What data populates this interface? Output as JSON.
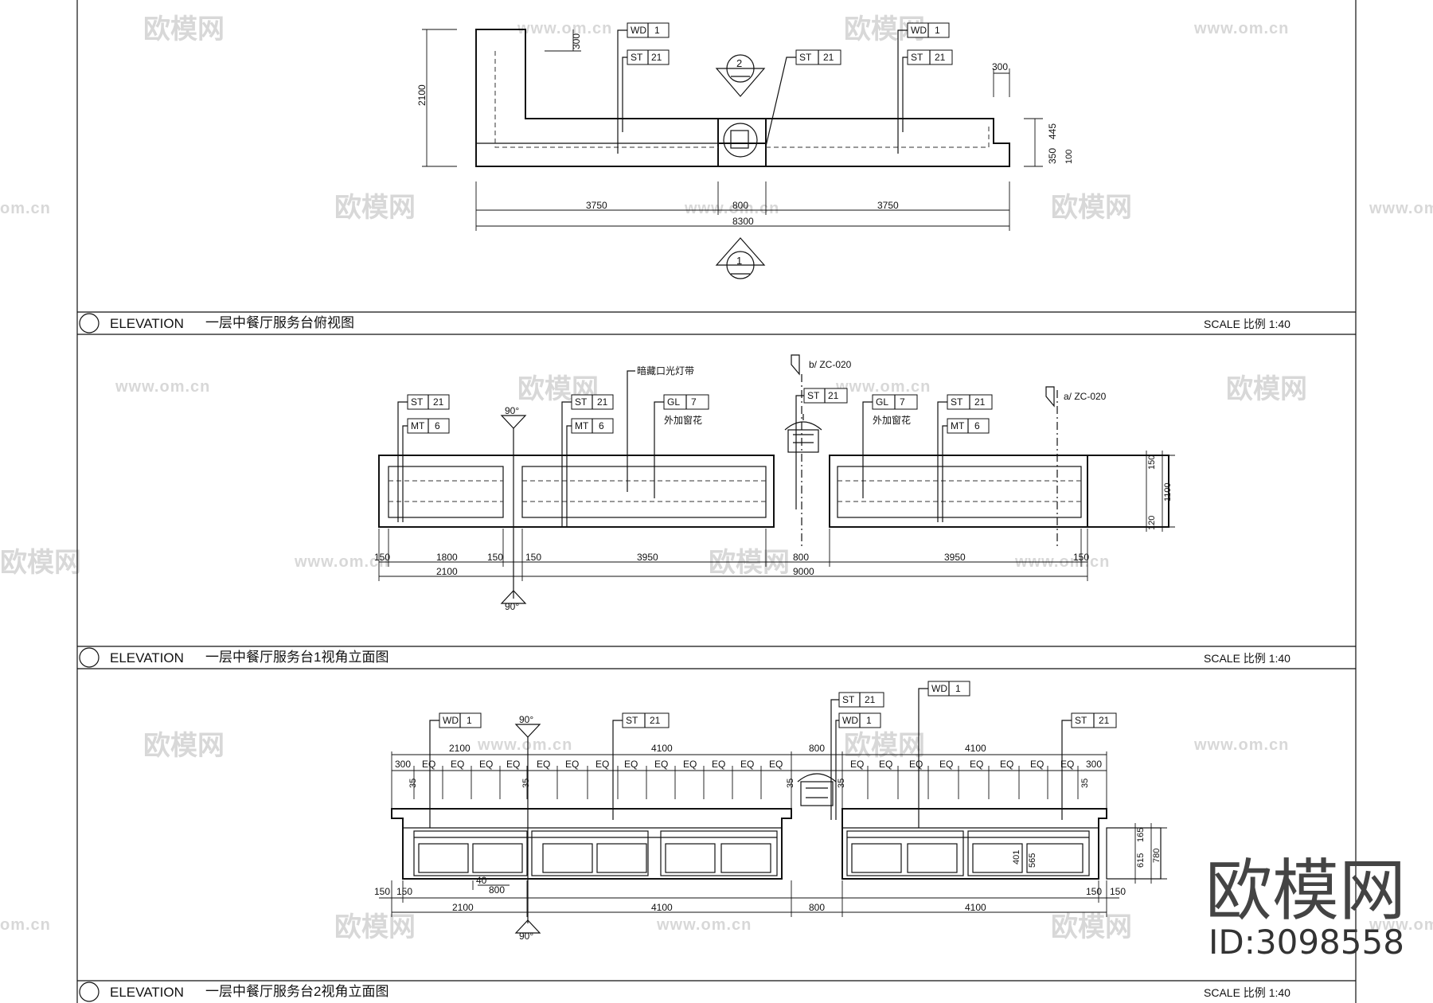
{
  "watermark": {
    "brand": "欧模网",
    "url": "www.om.cn",
    "url_short": "om.cn",
    "id_label": "ID:3098558"
  },
  "panels": [
    {
      "title_en": "ELEVATION",
      "title_cn": "一层中餐厅服务台俯视图",
      "scale": "SCALE 比例 1:40"
    },
    {
      "title_en": "ELEVATION",
      "title_cn": "一层中餐厅服务台1视角立面图",
      "scale": "SCALE 比例 1:40"
    },
    {
      "title_en": "ELEVATION",
      "title_cn": "一层中餐厅服务台2视角立面图",
      "scale": "SCALE 比例 1:40"
    }
  ],
  "plan": {
    "tags": [
      {
        "code": "WD",
        "num": "1"
      },
      {
        "code": "ST",
        "num": "21"
      },
      {
        "code": "ST",
        "num": "21"
      },
      {
        "code": "WD",
        "num": "1"
      },
      {
        "code": "ST",
        "num": "21"
      }
    ],
    "section_markers": [
      "2",
      "1"
    ],
    "dims": {
      "height": "2100",
      "left": "3750",
      "mid": "800",
      "right": "3750",
      "total": "8300",
      "top_left": "300",
      "top_right": "300",
      "r1": "445",
      "r2": "350",
      "r3": "100"
    }
  },
  "elev1": {
    "tags": [
      {
        "code": "ST",
        "num": "21"
      },
      {
        "code": "MT",
        "num": "6"
      },
      {
        "code": "ST",
        "num": "21"
      },
      {
        "code": "MT",
        "num": "6"
      },
      {
        "code": "GL",
        "num": "7"
      },
      {
        "code": "ST",
        "num": "21"
      },
      {
        "code": "GL",
        "num": "7"
      },
      {
        "code": "ST",
        "num": "21"
      },
      {
        "code": "MT",
        "num": "6"
      }
    ],
    "notes": {
      "light_strip": "暗藏口光灯带",
      "window_flower_1": "外加窗花",
      "window_flower_2": "外加窗花",
      "ref_b": "b/ ZC-020",
      "ref_a": "a/ ZC-020",
      "angle_top": "90°",
      "angle_bottom": "90°"
    },
    "dims": {
      "d150a": "150",
      "d1800": "1800",
      "d150b": "150",
      "d150c": "150",
      "d3950a": "3950",
      "d800": "800",
      "d3950b": "3950",
      "d150d": "150",
      "d2100": "2100",
      "d9000": "9000",
      "h150": "150",
      "h1100": "1100",
      "h120": "120"
    }
  },
  "elev2": {
    "tags": [
      {
        "code": "WD",
        "num": "1"
      },
      {
        "code": "ST",
        "num": "21"
      },
      {
        "code": "ST",
        "num": "21"
      },
      {
        "code": "WD",
        "num": "1"
      },
      {
        "code": "WD",
        "num": "1"
      },
      {
        "code": "ST",
        "num": "21"
      }
    ],
    "notes": {
      "angle_top": "90°",
      "angle_bottom": "90°"
    },
    "top_dims": {
      "d2100": "2100",
      "d4100a": "4100",
      "d800": "800",
      "d4100b": "4100",
      "d300a": "300",
      "d300b": "300",
      "eq": "EQ",
      "d35": "35"
    },
    "bottom_dims": {
      "d150a": "150",
      "d150b": "150",
      "d40": "40",
      "d800s": "800",
      "d2100": "2100",
      "d4100a": "4100",
      "d800": "800",
      "d4100b": "4100",
      "d150c": "150",
      "d150d": "150"
    },
    "right_dims": {
      "h165": "165",
      "h615": "615",
      "h780": "780",
      "h565": "565",
      "h401": "401"
    }
  }
}
